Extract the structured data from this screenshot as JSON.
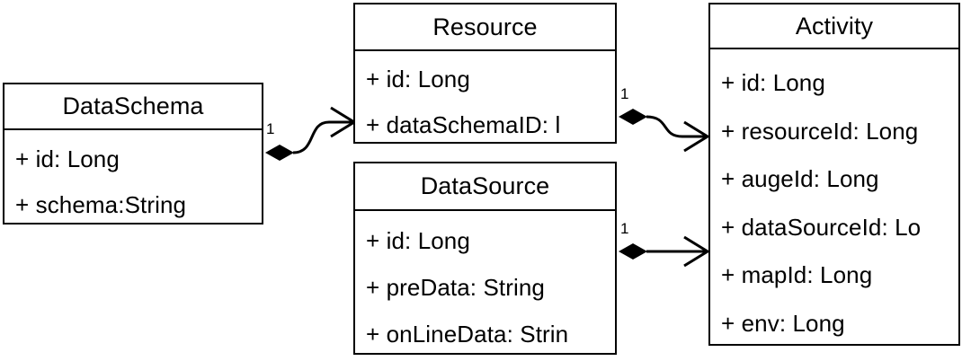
{
  "diagram": {
    "type": "uml-class-diagram",
    "background": "#ffffff",
    "line_color": "#000000",
    "classes": [
      {
        "id": "dataschema",
        "name": "DataSchema",
        "attributes": [
          "+ id: Long",
          "+ schema:String"
        ]
      },
      {
        "id": "resource",
        "name": "Resource",
        "attributes": [
          "+ id: Long",
          "+ dataSchemaID: l"
        ]
      },
      {
        "id": "datasource",
        "name": "DataSource",
        "attributes": [
          "+ id: Long",
          "+ preData: String",
          "+ onLineData: Strin"
        ]
      },
      {
        "id": "activity",
        "name": "Activity",
        "attributes": [
          "+ id: Long",
          "+ resourceId: Long",
          "+ augeId: Long",
          "+ dataSourceId: Lo",
          "+ mapId: Long",
          "+ env: Long"
        ]
      }
    ],
    "relations": [
      {
        "id": "dataschema-resource",
        "from": "dataschema",
        "to": "resource",
        "kind": "composition",
        "source_multiplicity": "1"
      },
      {
        "id": "resource-activity",
        "from": "resource",
        "to": "activity",
        "kind": "composition",
        "source_multiplicity": "1"
      },
      {
        "id": "datasource-activity",
        "from": "datasource",
        "to": "activity",
        "kind": "composition",
        "source_multiplicity": "1"
      }
    ]
  }
}
